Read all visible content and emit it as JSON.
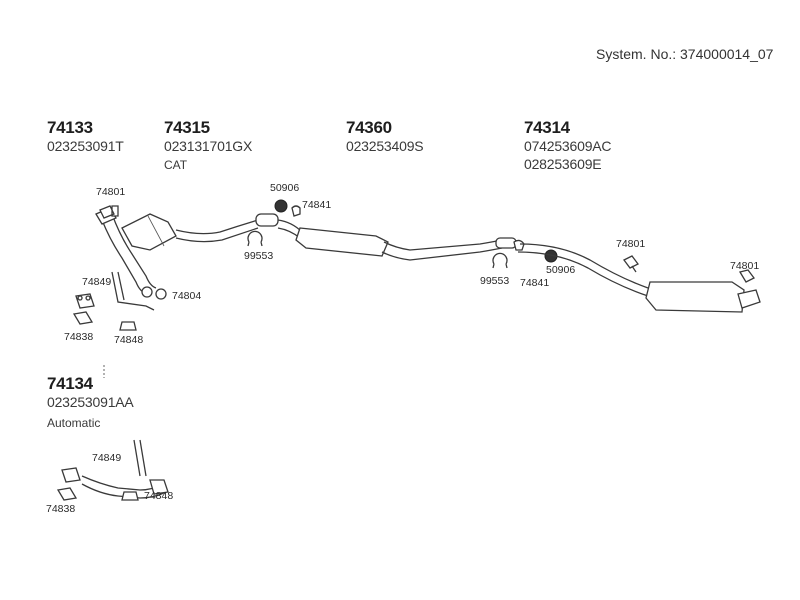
{
  "system_number": "System. No.: 374000014_07",
  "groups": [
    {
      "part": "74133",
      "codes": [
        "023253091T"
      ],
      "note": ""
    },
    {
      "part": "74315",
      "codes": [
        "023131701GX"
      ],
      "note": "CAT"
    },
    {
      "part": "74360",
      "codes": [
        "023253409S"
      ],
      "note": ""
    },
    {
      "part": "74314",
      "codes": [
        "074253609AC",
        "028253609E"
      ],
      "note": ""
    },
    {
      "part": "74134",
      "codes": [
        "023253091AA"
      ],
      "note": "Automatic"
    }
  ],
  "callouts": {
    "a74801": "74801",
    "a50906": "50906",
    "a74841": "74841",
    "a99553": "99553",
    "a74849": "74849",
    "a74804": "74804",
    "a74838": "74838",
    "a74848": "74848",
    "b99553": "99553",
    "b74841": "74841",
    "b50906": "50906",
    "b74801": "74801",
    "c74801": "74801",
    "d74849": "74849",
    "d74838": "74838",
    "d74848": "74848"
  }
}
